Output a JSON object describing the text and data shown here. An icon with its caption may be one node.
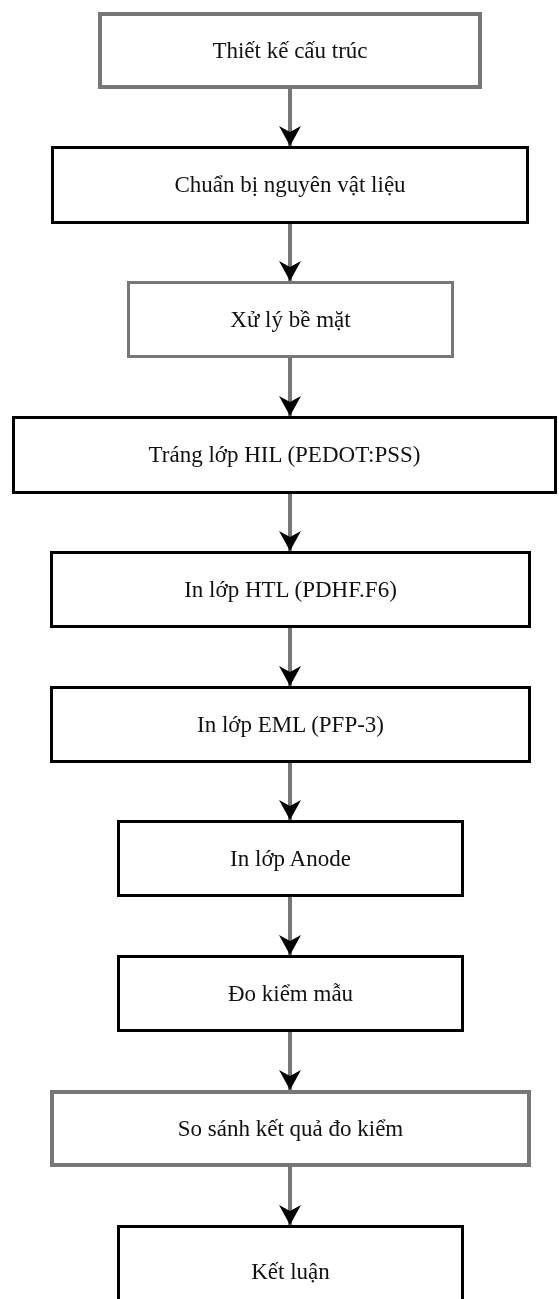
{
  "diagram": {
    "nodes": [
      {
        "text": [
          "Thiết kế cấu trúc"
        ]
      },
      {
        "text": [
          "Chuẩn bị nguyên vật liệu"
        ]
      },
      {
        "text": [
          "Xử lý bề mặt"
        ]
      },
      {
        "text": [
          "Tráng lớp HIL (PEDOT:PSS)"
        ]
      },
      {
        "text": [
          "In lớp HTL (PDHF.F6)"
        ]
      },
      {
        "text": [
          "In lớp EML (PFP-3)"
        ]
      },
      {
        "text": [
          "In lớp Anode"
        ]
      },
      {
        "text": [
          "Đo kiểm mẫu"
        ]
      },
      {
        "text": [
          "So sánh kết quả đo kiểm"
        ]
      },
      {
        "text": [
          "Kết luận"
        ]
      }
    ],
    "edges": [
      {
        "from": 0,
        "to": 1,
        "arrow": "to"
      },
      {
        "from": 1,
        "to": 2,
        "arrow": "to"
      },
      {
        "from": 2,
        "to": 3,
        "arrow": "to"
      },
      {
        "from": 3,
        "to": 4,
        "arrow": "to"
      },
      {
        "from": 4,
        "to": 5,
        "arrow": "to"
      },
      {
        "from": 5,
        "to": 6,
        "arrow": "to"
      },
      {
        "from": 6,
        "to": 7,
        "arrow": "to"
      },
      {
        "from": 7,
        "to": 8,
        "arrow": "to"
      },
      {
        "from": 8,
        "to": 9,
        "arrow": "to"
      }
    ]
  }
}
